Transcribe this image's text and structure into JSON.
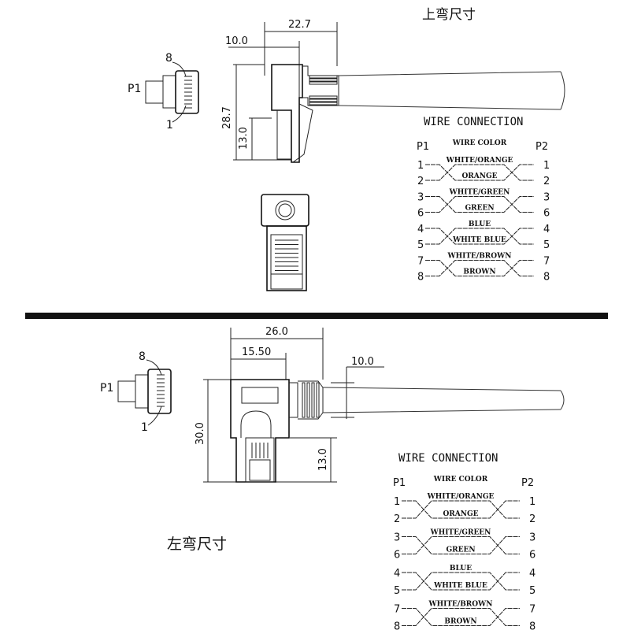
{
  "top_view": {
    "title": "上弯尺寸",
    "dims": {
      "width_total": "22.7",
      "offset": "10.0",
      "height_total": "28.7",
      "plug_height": "13.0"
    },
    "connector": {
      "label": "P1",
      "pin_top": "8",
      "pin_bottom": "1"
    }
  },
  "bottom_view": {
    "title": "左弯尺寸",
    "dims": {
      "width_total": "26.0",
      "width_inner": "15.50",
      "cable_offset": "10.0",
      "height_total": "30.0",
      "plug_height": "13.0"
    },
    "connector": {
      "label": "P1",
      "pin_top": "8",
      "pin_bottom": "1"
    }
  },
  "wire_table": {
    "title": "WIRE CONNECTION",
    "header": {
      "left": "P1",
      "center": "WIRE COLOR",
      "right": "P2"
    },
    "pairs": [
      {
        "pins": [
          "1",
          "2"
        ],
        "colors": [
          "WHITE/ORANGE",
          "ORANGE"
        ]
      },
      {
        "pins": [
          "3",
          "6"
        ],
        "colors": [
          "WHITE/GREEN",
          "GREEN"
        ]
      },
      {
        "pins": [
          "4",
          "5"
        ],
        "colors": [
          "BLUE",
          "WHITE BLUE"
        ]
      },
      {
        "pins": [
          "7",
          "8"
        ],
        "colors": [
          "WHITE/BROWN",
          "BROWN"
        ]
      }
    ]
  }
}
